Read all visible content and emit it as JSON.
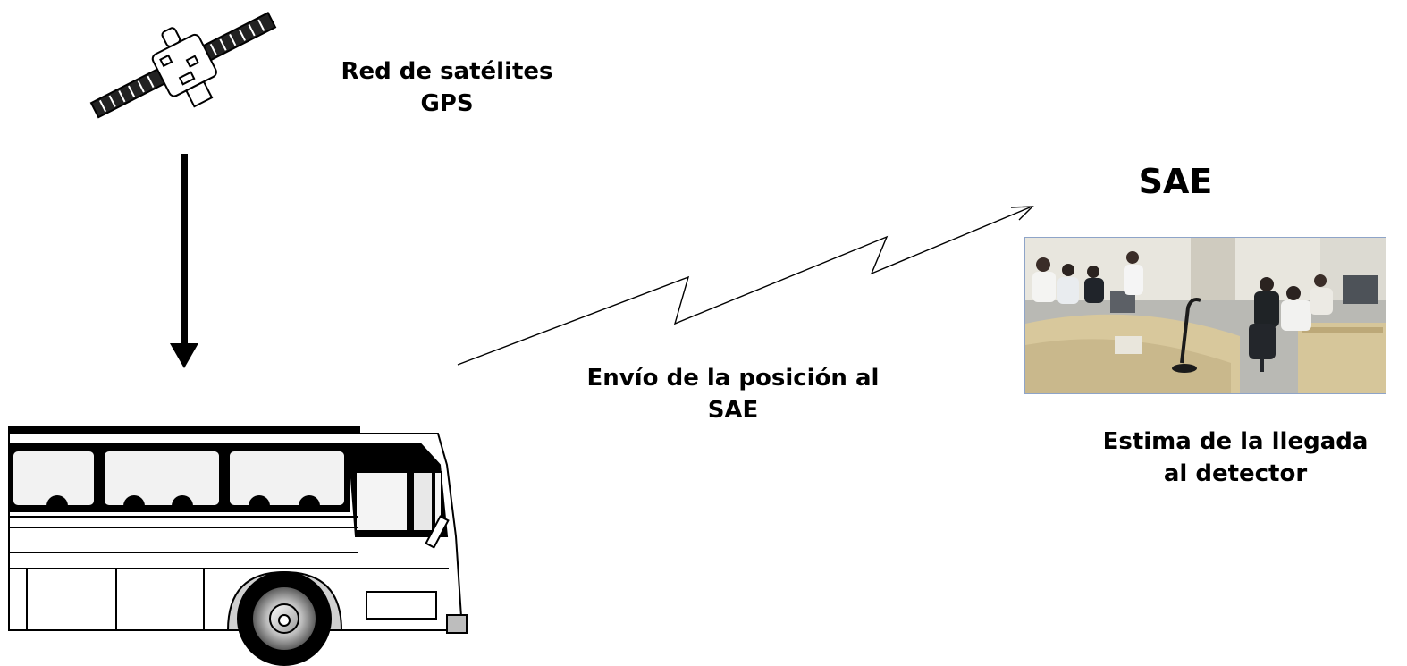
{
  "nodes": {
    "satellite": {
      "label_line1": "Red de satélites",
      "label_line2": "GPS",
      "icon": "satellite-icon"
    },
    "bus": {
      "icon": "bus-icon"
    },
    "sae": {
      "title": "SAE",
      "image": "control-room-photo",
      "label_line1": "Estima de la llegada",
      "label_line2": "al detector"
    }
  },
  "edges": {
    "downlink": {
      "from": "satellite",
      "to": "bus",
      "style": "thick-arrow"
    },
    "transmission": {
      "from": "bus",
      "to": "sae",
      "style": "lightning-arrow",
      "label_line1": "Envío de la posición al",
      "label_line2": "SAE"
    }
  }
}
